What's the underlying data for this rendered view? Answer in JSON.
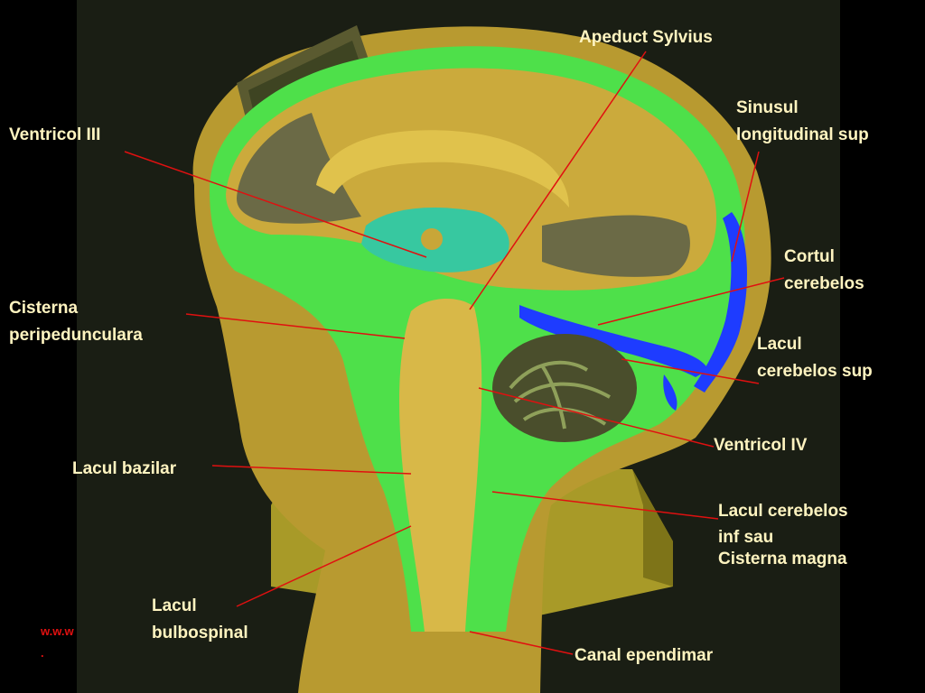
{
  "colors": {
    "background": "#000000",
    "label_text": "#FFF4C0",
    "leader_line": "#E01010",
    "csf_green": "#4EE04A",
    "sinus_blue": "#1E3CFF",
    "tissue": "#C8A638",
    "base_olive": "#A89A28"
  },
  "labels": {
    "apeduct": [
      "Apeduct Sylvius"
    ],
    "ventricol3": [
      "Ventricol  III"
    ],
    "sinusul": [
      "Sinusul",
      "longitudinal sup"
    ],
    "cortul": [
      "Cortul",
      "cerebelos"
    ],
    "cisterna_ped": [
      "Cisterna",
      "peripedunculara"
    ],
    "lacul_cer_sup": [
      "Lacul",
      "cerebelos sup"
    ],
    "ventricol4": [
      "Ventricol IV"
    ],
    "lacul_bazilar": [
      "Lacul bazilar"
    ],
    "lacul_cer_inf": [
      "Lacul cerebelos",
      "inf sau",
      "Cisterna magna"
    ],
    "lacul_bulbo": [
      "Lacul",
      "bulbospinal"
    ],
    "canal": [
      "Canal ependimar"
    ]
  },
  "watermark": [
    "w.w.w",
    "."
  ]
}
